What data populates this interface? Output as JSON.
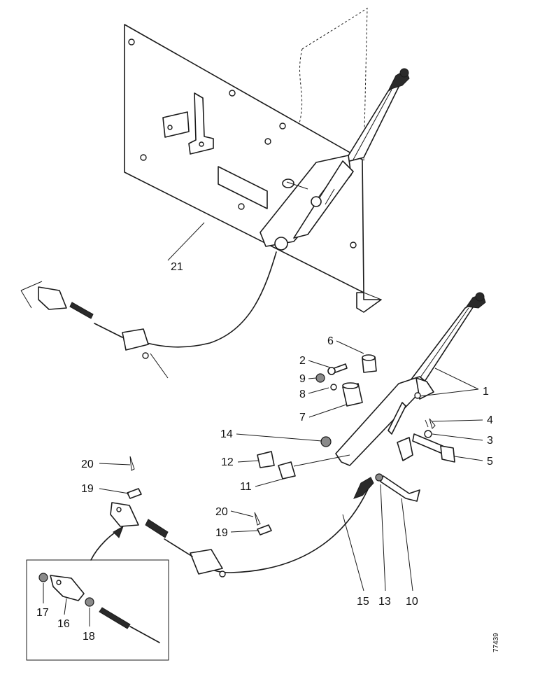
{
  "diagram": {
    "reference_number": "77439",
    "callouts": [
      {
        "id": "c1",
        "label": "1"
      },
      {
        "id": "c2",
        "label": "2"
      },
      {
        "id": "c3",
        "label": "3"
      },
      {
        "id": "c4",
        "label": "4"
      },
      {
        "id": "c5",
        "label": "5"
      },
      {
        "id": "c6",
        "label": "6"
      },
      {
        "id": "c7",
        "label": "7"
      },
      {
        "id": "c8",
        "label": "8"
      },
      {
        "id": "c9",
        "label": "9"
      },
      {
        "id": "c10",
        "label": "10"
      },
      {
        "id": "c11",
        "label": "11"
      },
      {
        "id": "c12",
        "label": "12"
      },
      {
        "id": "c13",
        "label": "13"
      },
      {
        "id": "c14",
        "label": "14"
      },
      {
        "id": "c15",
        "label": "15"
      },
      {
        "id": "c16",
        "label": "16"
      },
      {
        "id": "c17",
        "label": "17"
      },
      {
        "id": "c18",
        "label": "18"
      },
      {
        "id": "c19a",
        "label": "19"
      },
      {
        "id": "c19b",
        "label": "19"
      },
      {
        "id": "c20a",
        "label": "20"
      },
      {
        "id": "c20b",
        "label": "20"
      },
      {
        "id": "c21",
        "label": "21"
      }
    ]
  }
}
